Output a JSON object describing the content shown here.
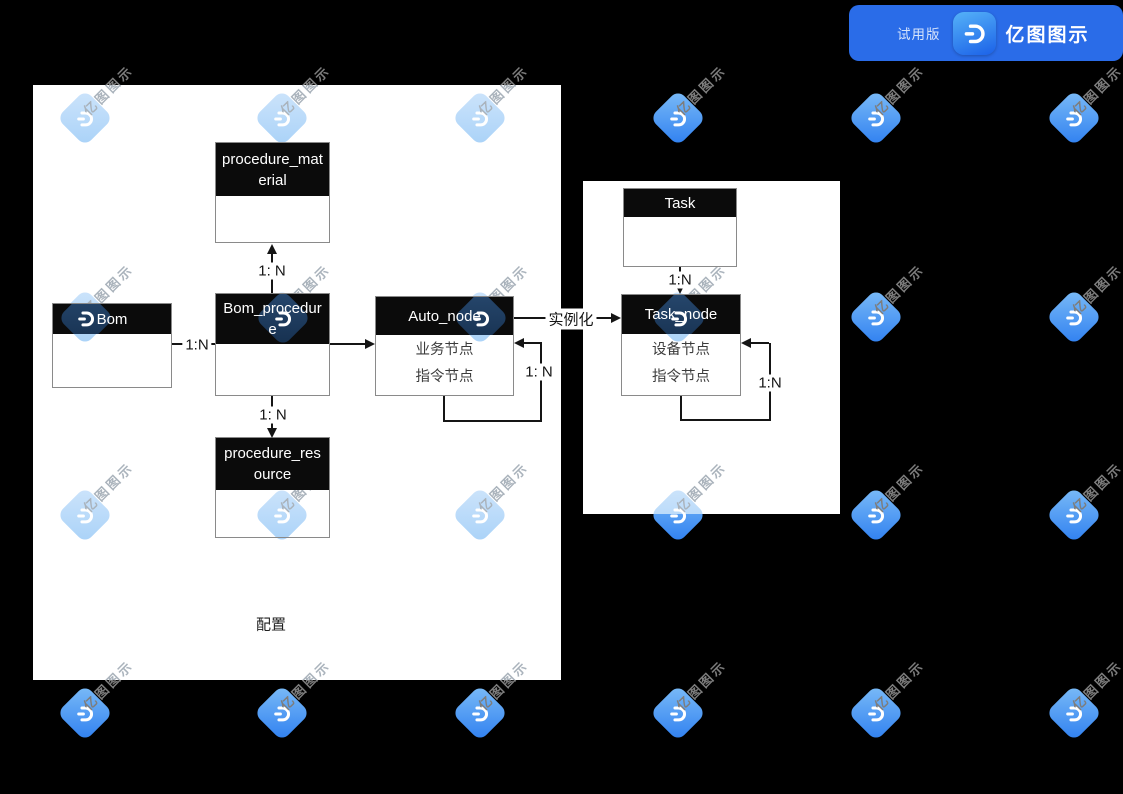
{
  "badge": {
    "trial": "试用版",
    "brand": "亿图图示",
    "bg_color": "#2a6ce8"
  },
  "watermark": {
    "text": "亿图图示",
    "bright_color": "#4a97f4",
    "pastel_color": "#b7dbfa"
  },
  "canvas": {
    "bg_color": "#000000"
  },
  "containers": {
    "config_label": "配置"
  },
  "entities": {
    "procedure_material": {
      "title": "procedure_material"
    },
    "bom": {
      "title": "Bom"
    },
    "bom_procedure": {
      "title": "Bom_procedure"
    },
    "auto_node": {
      "title": "Auto_node",
      "rows": [
        "业务节点",
        "指令节点"
      ]
    },
    "procedure_resource": {
      "title": "procedure_resource"
    },
    "task": {
      "title": "Task"
    },
    "task_node": {
      "title": "Task_node",
      "rows": [
        "设备节点",
        "指令节点"
      ]
    }
  },
  "connectors": {
    "bom_to_bom_procedure": "1:N",
    "bom_procedure_to_material": "1: N",
    "bom_procedure_to_resource": "1: N",
    "auto_node_self": "1: N",
    "auto_node_to_task_node": "实例化",
    "task_to_task_node": "1:N",
    "task_node_self": "1:N"
  }
}
